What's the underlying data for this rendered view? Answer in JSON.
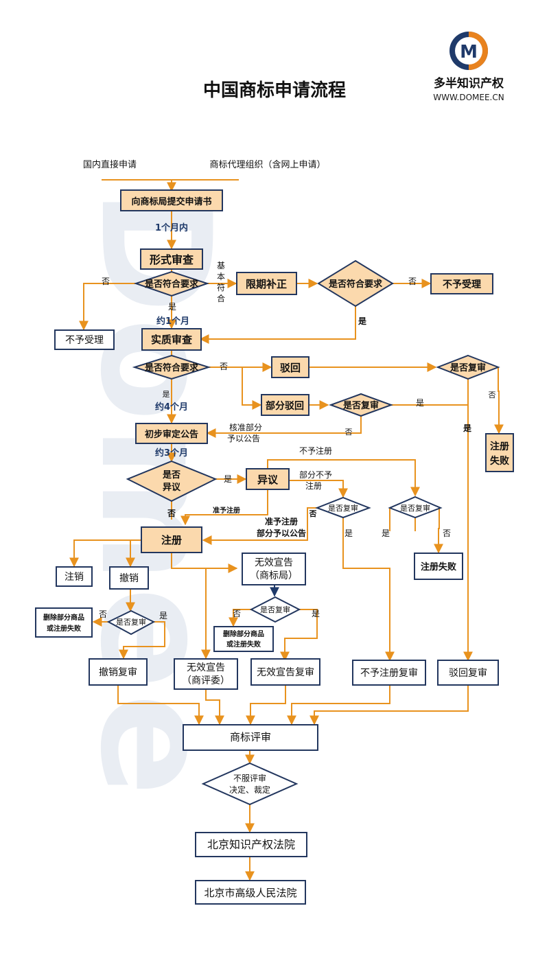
{
  "title": "中国商标申请流程",
  "brand": {
    "name": "多半知识产权",
    "url": "WWW.DOMEE.CN",
    "logo_letter": "M"
  },
  "watermark": "Domee",
  "colors": {
    "arrow": "#e8921e",
    "box_fill": "#fbd9ad",
    "border": "#22365e",
    "label_blue": "#1f3a6a"
  },
  "inputs": {
    "direct": "国内直接申请",
    "agent": "商标代理组织（含网上申请）"
  },
  "nodes": {
    "submit": "向商标局提交申请书",
    "formal_review": "形式审查",
    "meets_req_1": "是否符合要求",
    "correction": "限期补正",
    "meets_req_2": "是否符合要求",
    "not_accepted_right": "不予受理",
    "not_accepted_left": "不予受理",
    "substantive_review": "实质审查",
    "meets_req_3": "是否符合要求",
    "reject": "驳回",
    "partial_reject": "部分驳回",
    "review_q1": "是否复审",
    "review_q2": "是否复审",
    "reg_fail_1a": "注册",
    "reg_fail_1b": "失败",
    "preliminary": "初步审定公告",
    "objection_q_a": "是否",
    "objection_q_b": "异议",
    "objection": "异议",
    "review_q3": "是否复审",
    "review_q4": "是否复审",
    "registration": "注册",
    "reg_fail_2": "注册失败",
    "invalid_bureau_a": "无效宣告",
    "invalid_bureau_b": "（商标局）",
    "review_q5": "是否复审",
    "cancel_note": "注销",
    "revoke": "撤销",
    "review_q6": "是否复审",
    "delete_left_a": "删除部分商品",
    "delete_left_b": "或注册失败",
    "delete_mid_a": "删除部分商品",
    "delete_mid_b": "或注册失败",
    "revoke_review": "撤销复审",
    "invalid_board_a": "无效宣告",
    "invalid_board_b": "（商评委）",
    "invalid_review": "无效宣告复审",
    "refuse_reg_review": "不予注册复审",
    "reject_review": "驳回复审",
    "tribunal": "商标评审",
    "dissatisfied_a": "不服评审",
    "dissatisfied_b": "决定、裁定",
    "ip_court": "北京知识产权法院",
    "high_court": "北京市高级人民法院"
  },
  "labels": {
    "one_month": "1个月内",
    "about_1_month": "约1个月",
    "about_4_months": "约4个月",
    "about_3_months": "约3个月",
    "basic_a": "基",
    "basic_b": "本",
    "basic_c": "符",
    "basic_d": "合",
    "no": "否",
    "yes": "是",
    "approve_partial_a": "核准部分",
    "approve_partial_b": "予以公告",
    "refuse_reg": "不予注册",
    "partial_refuse_a": "部分不予",
    "partial_refuse_b": "注册",
    "grant_reg": "准予注册",
    "grant_reg_b": "准予注册",
    "partial_announce": "部分予以公告"
  }
}
